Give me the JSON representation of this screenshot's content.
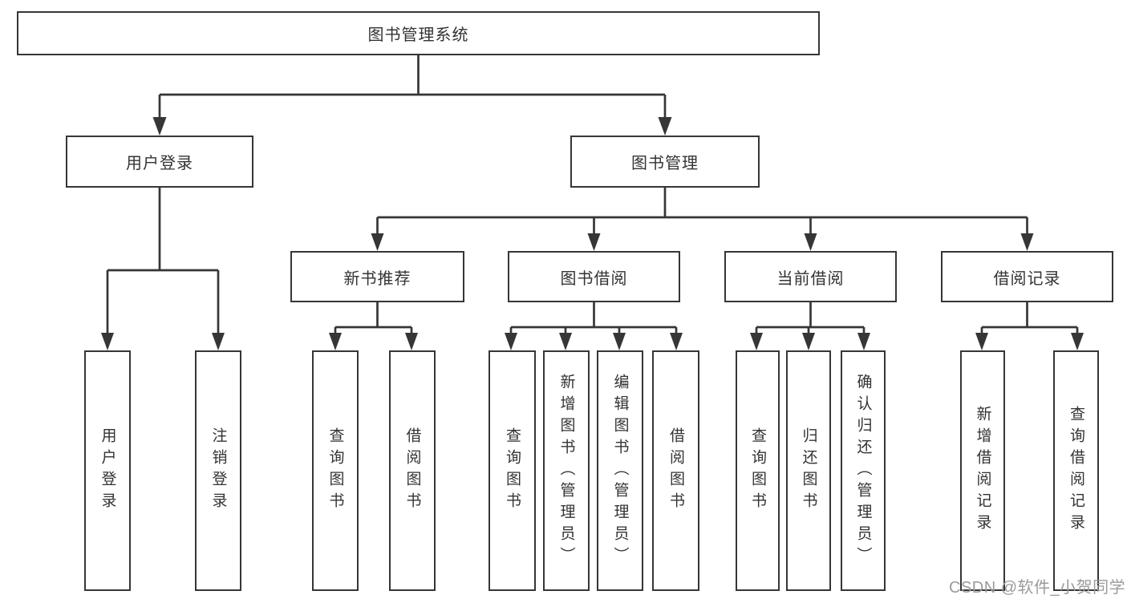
{
  "colors": {
    "line": "#363636",
    "text": "#333333",
    "watermark": "#9b9b9b",
    "background": "#ffffff"
  },
  "watermark": {
    "text": "CSDN @软件_小贺同学"
  },
  "tree": {
    "label": "图书管理系统",
    "children": [
      {
        "label": "用户登录",
        "children": [
          {
            "label": "用户登录"
          },
          {
            "label": "注销登录"
          }
        ]
      },
      {
        "label": "图书管理",
        "children": [
          {
            "label": "新书推荐",
            "children": [
              {
                "label": "查询图书"
              },
              {
                "label": "借阅图书"
              }
            ]
          },
          {
            "label": "图书借阅",
            "children": [
              {
                "label": "查询图书"
              },
              {
                "label": "新增图书（管理员）"
              },
              {
                "label": "编辑图书（管理员）"
              },
              {
                "label": "借阅图书"
              }
            ]
          },
          {
            "label": "当前借阅",
            "children": [
              {
                "label": "查询图书"
              },
              {
                "label": "归还图书"
              },
              {
                "label": "确认归还（管理员）"
              }
            ]
          },
          {
            "label": "借阅记录",
            "children": [
              {
                "label": "新增借阅记录"
              },
              {
                "label": "查询借阅记录"
              }
            ]
          }
        ]
      }
    ]
  }
}
